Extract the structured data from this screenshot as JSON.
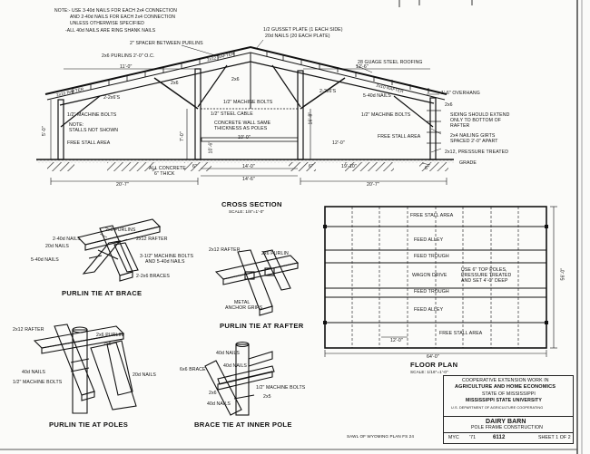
{
  "notes": {
    "line1": "NOTE:- USE 3-40d NAILS FOR EACH 2x4 CONNECTION",
    "line2": "AND 2-40d NAILS FOR EACH 2x4 CONNECTION",
    "line3": "UNLESS OTHERWISE SPECIFIED",
    "line4": "-ALL 40d NAILS ARE RING SHANK NAILS"
  },
  "cross_section": {
    "title": "CROSS SECTION",
    "scale": "SCALE: 1/8\"=1'-0\"",
    "labels": {
      "spacer": "2\" SPACER BETWEEN PURLINS",
      "purlins": "2x6 PURLINS 2'-0\" O.C.",
      "gusset": "1/2 GUSSET PLATE (1 EACH SIDE)",
      "gusset_nails": "20d NAILS (20 EACH PLATE)",
      "roofing": "28 GUAGE STEEL ROOFING",
      "rafter_left": "2x10 RAFTER",
      "rafter_mid": "2x12 RAFTER",
      "rafter_right": "2x10 RAFTER",
      "brace_2x6": "2x6",
      "brace_2x6_2": "2x6",
      "brace_2x6_3": "2-2x6'S",
      "brace_2x6_4": "2-2x6'S",
      "machine_bolts_mid": "1/2\" MACHINE BOLTS",
      "nails_40d": "5-40d NAILS",
      "overhang": "1'-6\" OVERHANG",
      "right_2x6": "2x6",
      "siding": "SIDING SHOULD EXTEND",
      "siding2": "ONLY TO BOTTOM OF",
      "siding3": "RAFTER",
      "machine_bolts_left": "1/2\" MACHINE BOLTS",
      "machine_bolts_right": "1/2\" MACHINE BOLTS",
      "steel_cable": "1/2\" STEEL CABLE",
      "girts": "2x4 NAILING GIRTS",
      "girts2": "SPACED 2'-0\" APART",
      "pressure": "2x12, PRESSURE TREATED",
      "note_stalls": "NOTE:",
      "note_stalls2": "STALLS NOT SHOWN",
      "free_stall_left": "FREE STALL AREA",
      "free_stall_right": "FREE STALL AREA",
      "conc_wall": "CONCRETE WALL SAME",
      "conc_wall2": "THICKNESS AS POLES",
      "all_concrete": "ALL CONCRETE",
      "all_concrete2": "6\" THICK",
      "grade": "GRADE"
    },
    "dims": {
      "d11_0": "11'-0\"",
      "d12_6": "12'-6\"",
      "d5_0": "5'-0\"",
      "d7_0": "7'-0\"",
      "d10_0": "10'-0\"",
      "d12_0": "12'-0\"",
      "d16_8": "16'-8\"",
      "d10_6": "10'-6\"",
      "d14_0": "14'-0\"",
      "d14_6": "14'-6\"",
      "d19_10": "19'-10\"",
      "d20_7a": "20'-7\"",
      "d20_7b": "20'-7\"",
      "d6": "6\"",
      "d6b": "6\"",
      "d6c": "6\""
    }
  },
  "purlin_brace": {
    "title": "PURLIN TIE AT BRACE",
    "labels": [
      "2x6 PURLINS",
      "2-40d NAILS",
      "2x12 RAFTER",
      "20d NAILS",
      "5-40d NAILS",
      "3-1/2\" MACHINE BOLTS",
      "AND 5-40d NAILS",
      "2-2x6 BRACES"
    ]
  },
  "purlin_rafter": {
    "title": "PURLIN TIE AT RAFTER",
    "labels": [
      "2x12 RAFTER",
      "2x6 PURLIN",
      "METAL",
      "ANCHOR GRIPS"
    ]
  },
  "purlin_poles": {
    "title": "PURLIN TIE AT POLES",
    "labels": [
      "2x12 RAFTER",
      "2x6 PURLIN",
      "2x6",
      "40d NAILS",
      "20d NAILS",
      "1/2\" MACHINE BOLTS"
    ]
  },
  "brace_pole": {
    "title": "BRACE TIE AT INNER POLE",
    "labels": [
      "40d NAILS",
      "6x6 BRACE",
      "40d NAILS",
      "1/2\" MACHINE BOLTS",
      "2x6",
      "2x5",
      "40d NAILS"
    ]
  },
  "floor_plan": {
    "title": "FLOOR PLAN",
    "scale": "SCALE: 1/16\"=1'-0\"",
    "rows": [
      "FREE STALL AREA",
      "FEED ALLEY",
      "FEED TROUGH",
      "WAGON DRIVE",
      "FEED TROUGH",
      "FEED ALLEY",
      "FREE STALL AREA"
    ],
    "note": [
      "USE 6\" TOP POLES,",
      "PRESSURE TREATED",
      "AND SET 4'-0\" DEEP"
    ],
    "dim_width": "64'-0\"",
    "dim_depth": "56'-0\"",
    "dim_bay": "12'-0\""
  },
  "title_block": {
    "line1": "COOPERATIVE EXTENSION WORK IN",
    "line2": "AGRICULTURE AND HOME ECONOMICS",
    "line3": "STATE OF MISSISSIPPI",
    "line4": "MISSISSIPPI STATE UNIVERSITY",
    "line5": "U.S. DEPARTMENT OF AGRICULTURE COOPERATING",
    "project": "DAIRY BARN",
    "subtitle": "POLE FRAME CONSTRUCTION",
    "code": "MYC",
    "year": "'71",
    "number": "6112",
    "sheet": "SHEET 1 OF 2"
  },
  "footer": "SAWL OF WYOMING PLAN FS 24"
}
